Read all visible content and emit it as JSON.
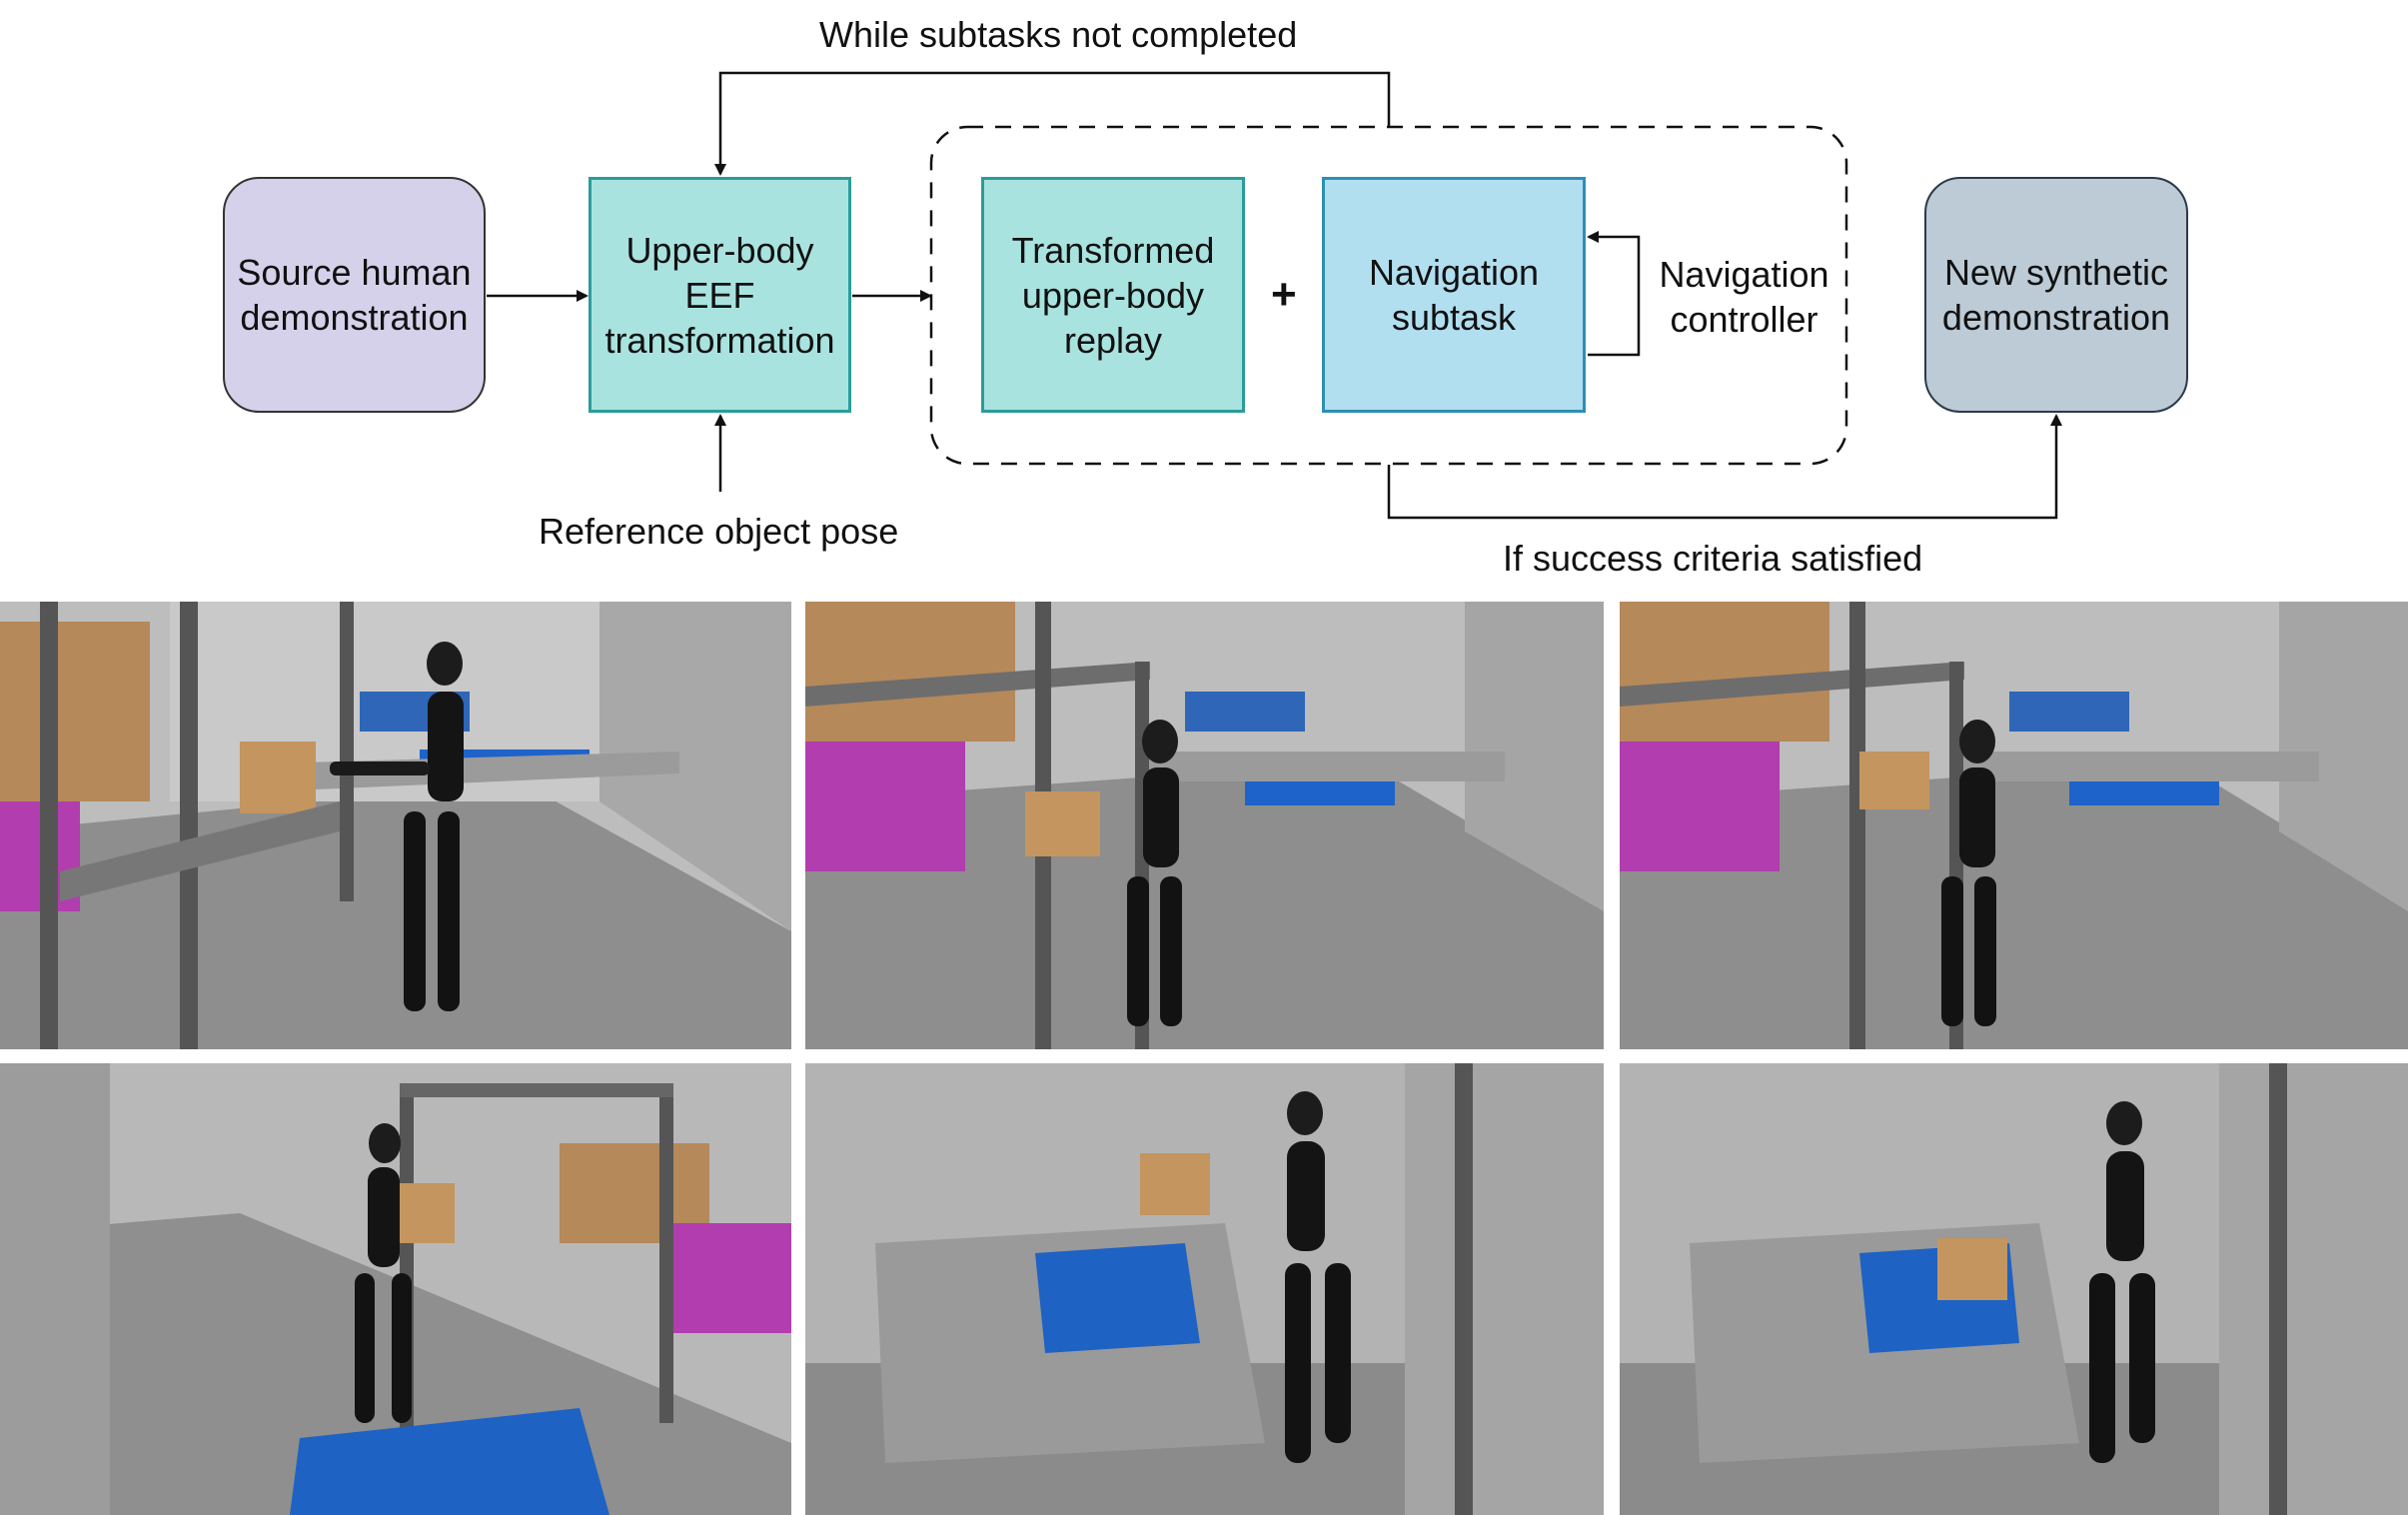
{
  "diagram": {
    "source_box": "Source human\ndemonstration",
    "eef_box": "Upper-body\nEEF\ntransformation",
    "replay_box": "Transformed\nupper-body\nreplay",
    "plus": "+",
    "nav_box": "Navigation\nsubtask",
    "nav_controller": "Navigation\ncontroller",
    "new_box": "New synthetic\ndemonstration",
    "loop_label": "While subtasks not completed",
    "ref_label": "Reference object pose",
    "success_label": "If success criteria satisfied"
  },
  "colors": {
    "source_fill": "#d6d1ea",
    "teal_fill": "#a9e3e0",
    "blue_fill": "#b1dff0",
    "slate_fill": "#bccbd6",
    "teal_border": "#2a9d9a",
    "blue_border": "#2d8fb5"
  },
  "images": {
    "panels": [
      "warehouse-scene-1",
      "warehouse-scene-2",
      "warehouse-scene-3",
      "warehouse-scene-4",
      "warehouse-scene-5",
      "warehouse-scene-6"
    ]
  }
}
